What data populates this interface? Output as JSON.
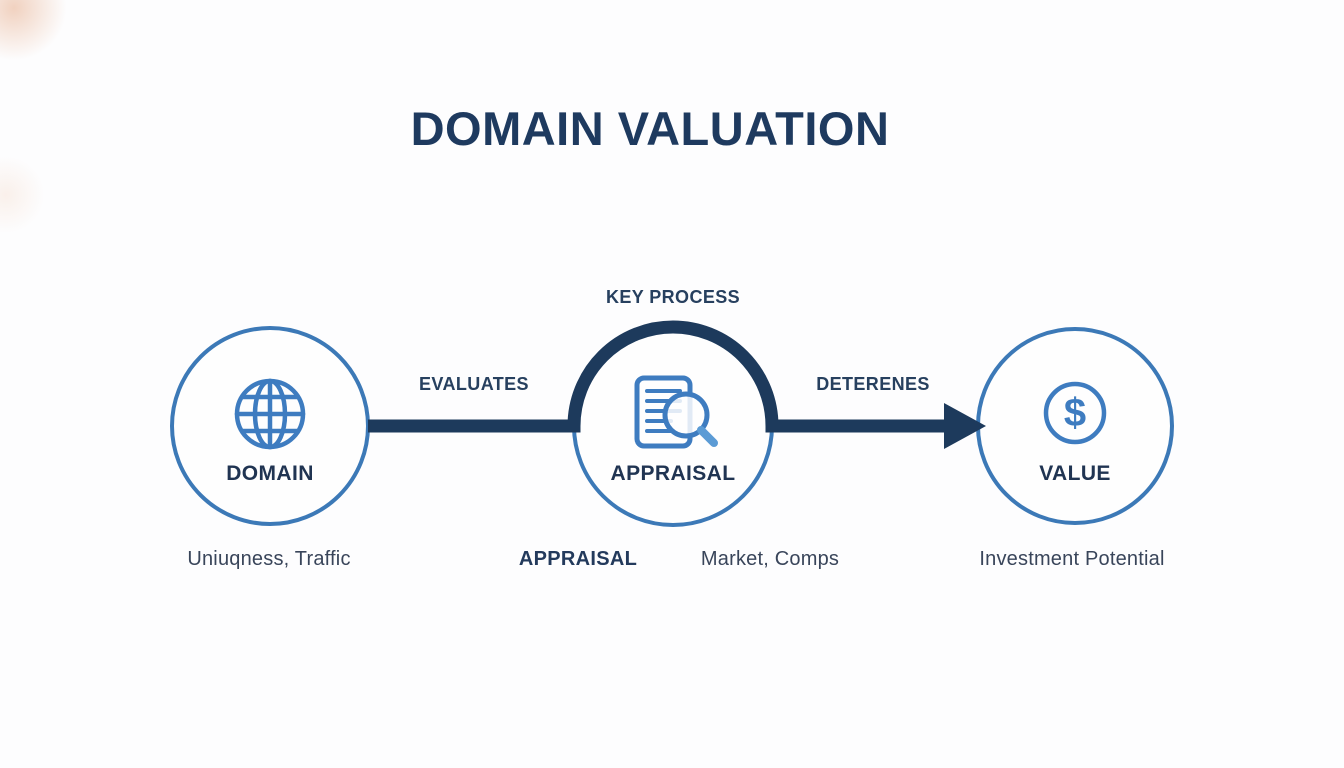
{
  "title": "DOMAIN VALUATION",
  "colors": {
    "title_navy": "#1e3a5f",
    "connector_navy": "#1d3a5c",
    "circle_blue": "#3c79b7",
    "icon_blue": "#3e7cc0",
    "magnifier_handle_blue": "#5b9bd5",
    "caption_gray_navy": "#39455a",
    "background": "#fdfdfe"
  },
  "diagram": {
    "key_process_label": "KEY PROCESS",
    "dollar_symbol": "$",
    "nodes": [
      {
        "id": "domain",
        "label": "DOMAIN",
        "icon": "globe-icon",
        "caption": "Uniuqness, Traffic"
      },
      {
        "id": "appraisal",
        "label": "APPRAISAL",
        "icon": "document-search-icon",
        "caption_primary": "APPRAISAL",
        "caption_secondary": "Market, Comps"
      },
      {
        "id": "value",
        "label": "VALUE",
        "icon": "dollar-icon",
        "caption": "Investment Potential"
      }
    ],
    "connectors": [
      {
        "from": "domain",
        "to": "appraisal",
        "label": "EVALUATES",
        "arrow": false
      },
      {
        "from": "appraisal",
        "to": "value",
        "label": "DETERENES",
        "arrow": true
      }
    ]
  }
}
